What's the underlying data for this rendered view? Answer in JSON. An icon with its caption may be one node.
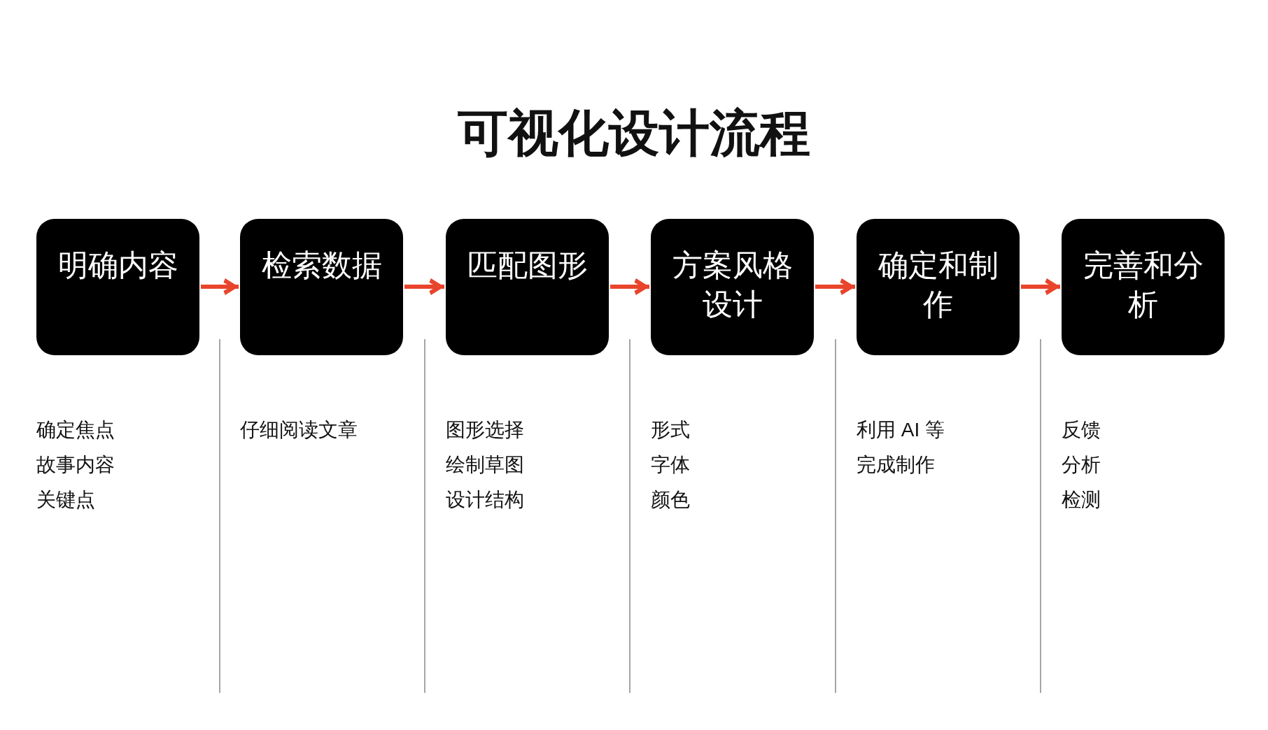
{
  "diagram": {
    "title": "可视化设计流程",
    "nodes": [
      {
        "text": [
          "明确内容"
        ],
        "beside": [
          "确定焦点",
          "故事内容",
          "关键点"
        ]
      },
      {
        "text": [
          "检索数据"
        ],
        "beside": [
          "仔细阅读文章"
        ]
      },
      {
        "text": [
          "匹配图形"
        ],
        "beside": [
          "图形选择",
          "绘制草图",
          "设计结构"
        ]
      },
      {
        "text": [
          "方案风格设计"
        ],
        "beside": [
          "形式",
          "字体",
          "颜色"
        ]
      },
      {
        "text": [
          "确定和制作"
        ],
        "beside": [
          "利用 AI 等",
          "完成制作"
        ]
      },
      {
        "text": [
          "完善和分析"
        ],
        "beside": [
          "反馈",
          "分析",
          "检测"
        ]
      }
    ],
    "edges": [
      {
        "from": 0,
        "to": 1,
        "arrow": "to"
      },
      {
        "from": 1,
        "to": 2,
        "arrow": "to"
      },
      {
        "from": 2,
        "to": 3,
        "arrow": "to"
      },
      {
        "from": 3,
        "to": 4,
        "arrow": "to"
      },
      {
        "from": 4,
        "to": 5,
        "arrow": "to"
      }
    ]
  }
}
